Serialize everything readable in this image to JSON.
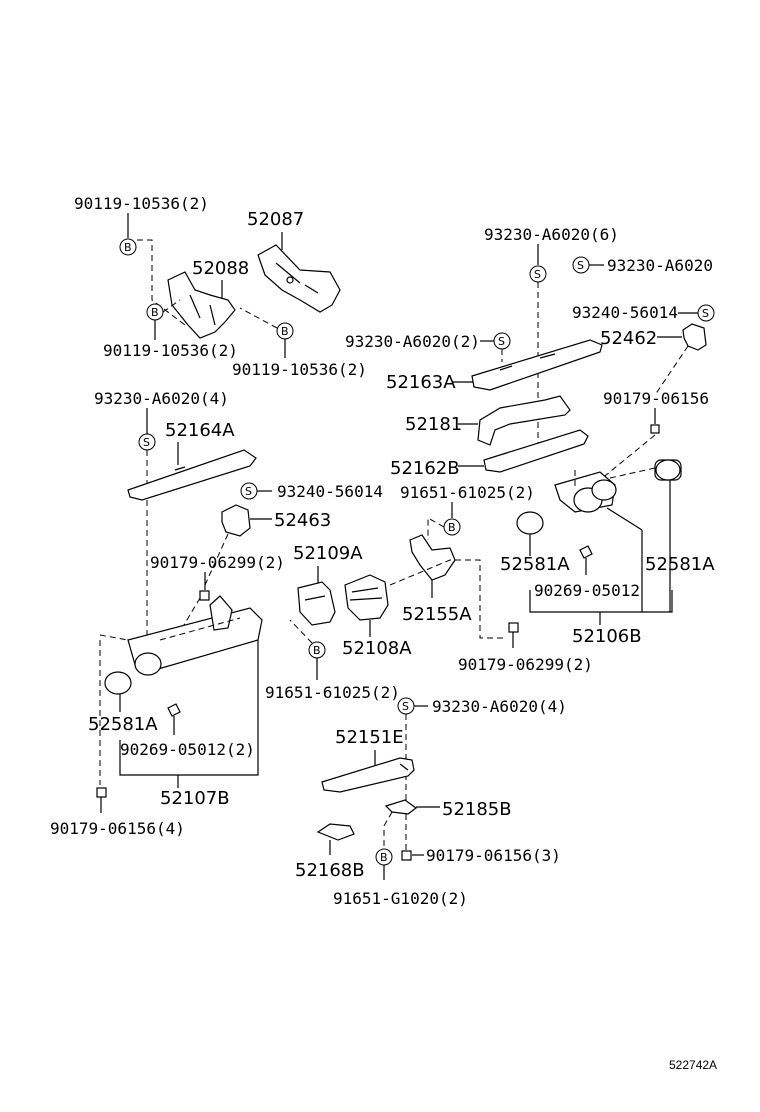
{
  "labels": {
    "p90119_tl": "90119-10536(2)",
    "p52087": "52087",
    "p52088": "52088",
    "p90119_ml": "90119-10536(2)",
    "p90119_mr": "90119-10536(2)",
    "p93230_top6": "93230-A6020(6)",
    "p93230_right": "93230-A6020",
    "p93240_right": "93240-56014",
    "p93230_2": "93230-A6020(2)",
    "p52462": "52462",
    "p52163A": "52163A",
    "p90179_06156": "90179-06156",
    "p52181": "52181",
    "p93230_4": "93230-A6020(4)",
    "p52164A": "52164A",
    "p52162B": "52162B",
    "p93240_mid": "93240-56014",
    "p91651_61025_top": "91651-61025(2)",
    "p52463": "52463",
    "p90179_06299_l": "90179-06299(2)",
    "p52109A": "52109A",
    "p52581A_r1": "52581A",
    "p52581A_r2": "52581A",
    "p90269_r": "90269-05012",
    "p52155A": "52155A",
    "p52106B": "52106B",
    "p52108A": "52108A",
    "p90179_06299_r": "90179-06299(2)",
    "p91651_61025_bot": "91651-61025(2)",
    "p93230_4b": "93230-A6020(4)",
    "p52581A_l": "52581A",
    "p52151E": "52151E",
    "p90269_l": "90269-05012(2)",
    "p52107B": "52107B",
    "p52185B": "52185B",
    "p90179_06156_4": "90179-06156(4)",
    "p52168B": "52168B",
    "p90179_06156_3": "90179-06156(3)",
    "p91651_G1020": "91651-G1020(2)",
    "figure_id": "522742A"
  },
  "badges": {
    "b": "B",
    "s": "S"
  }
}
